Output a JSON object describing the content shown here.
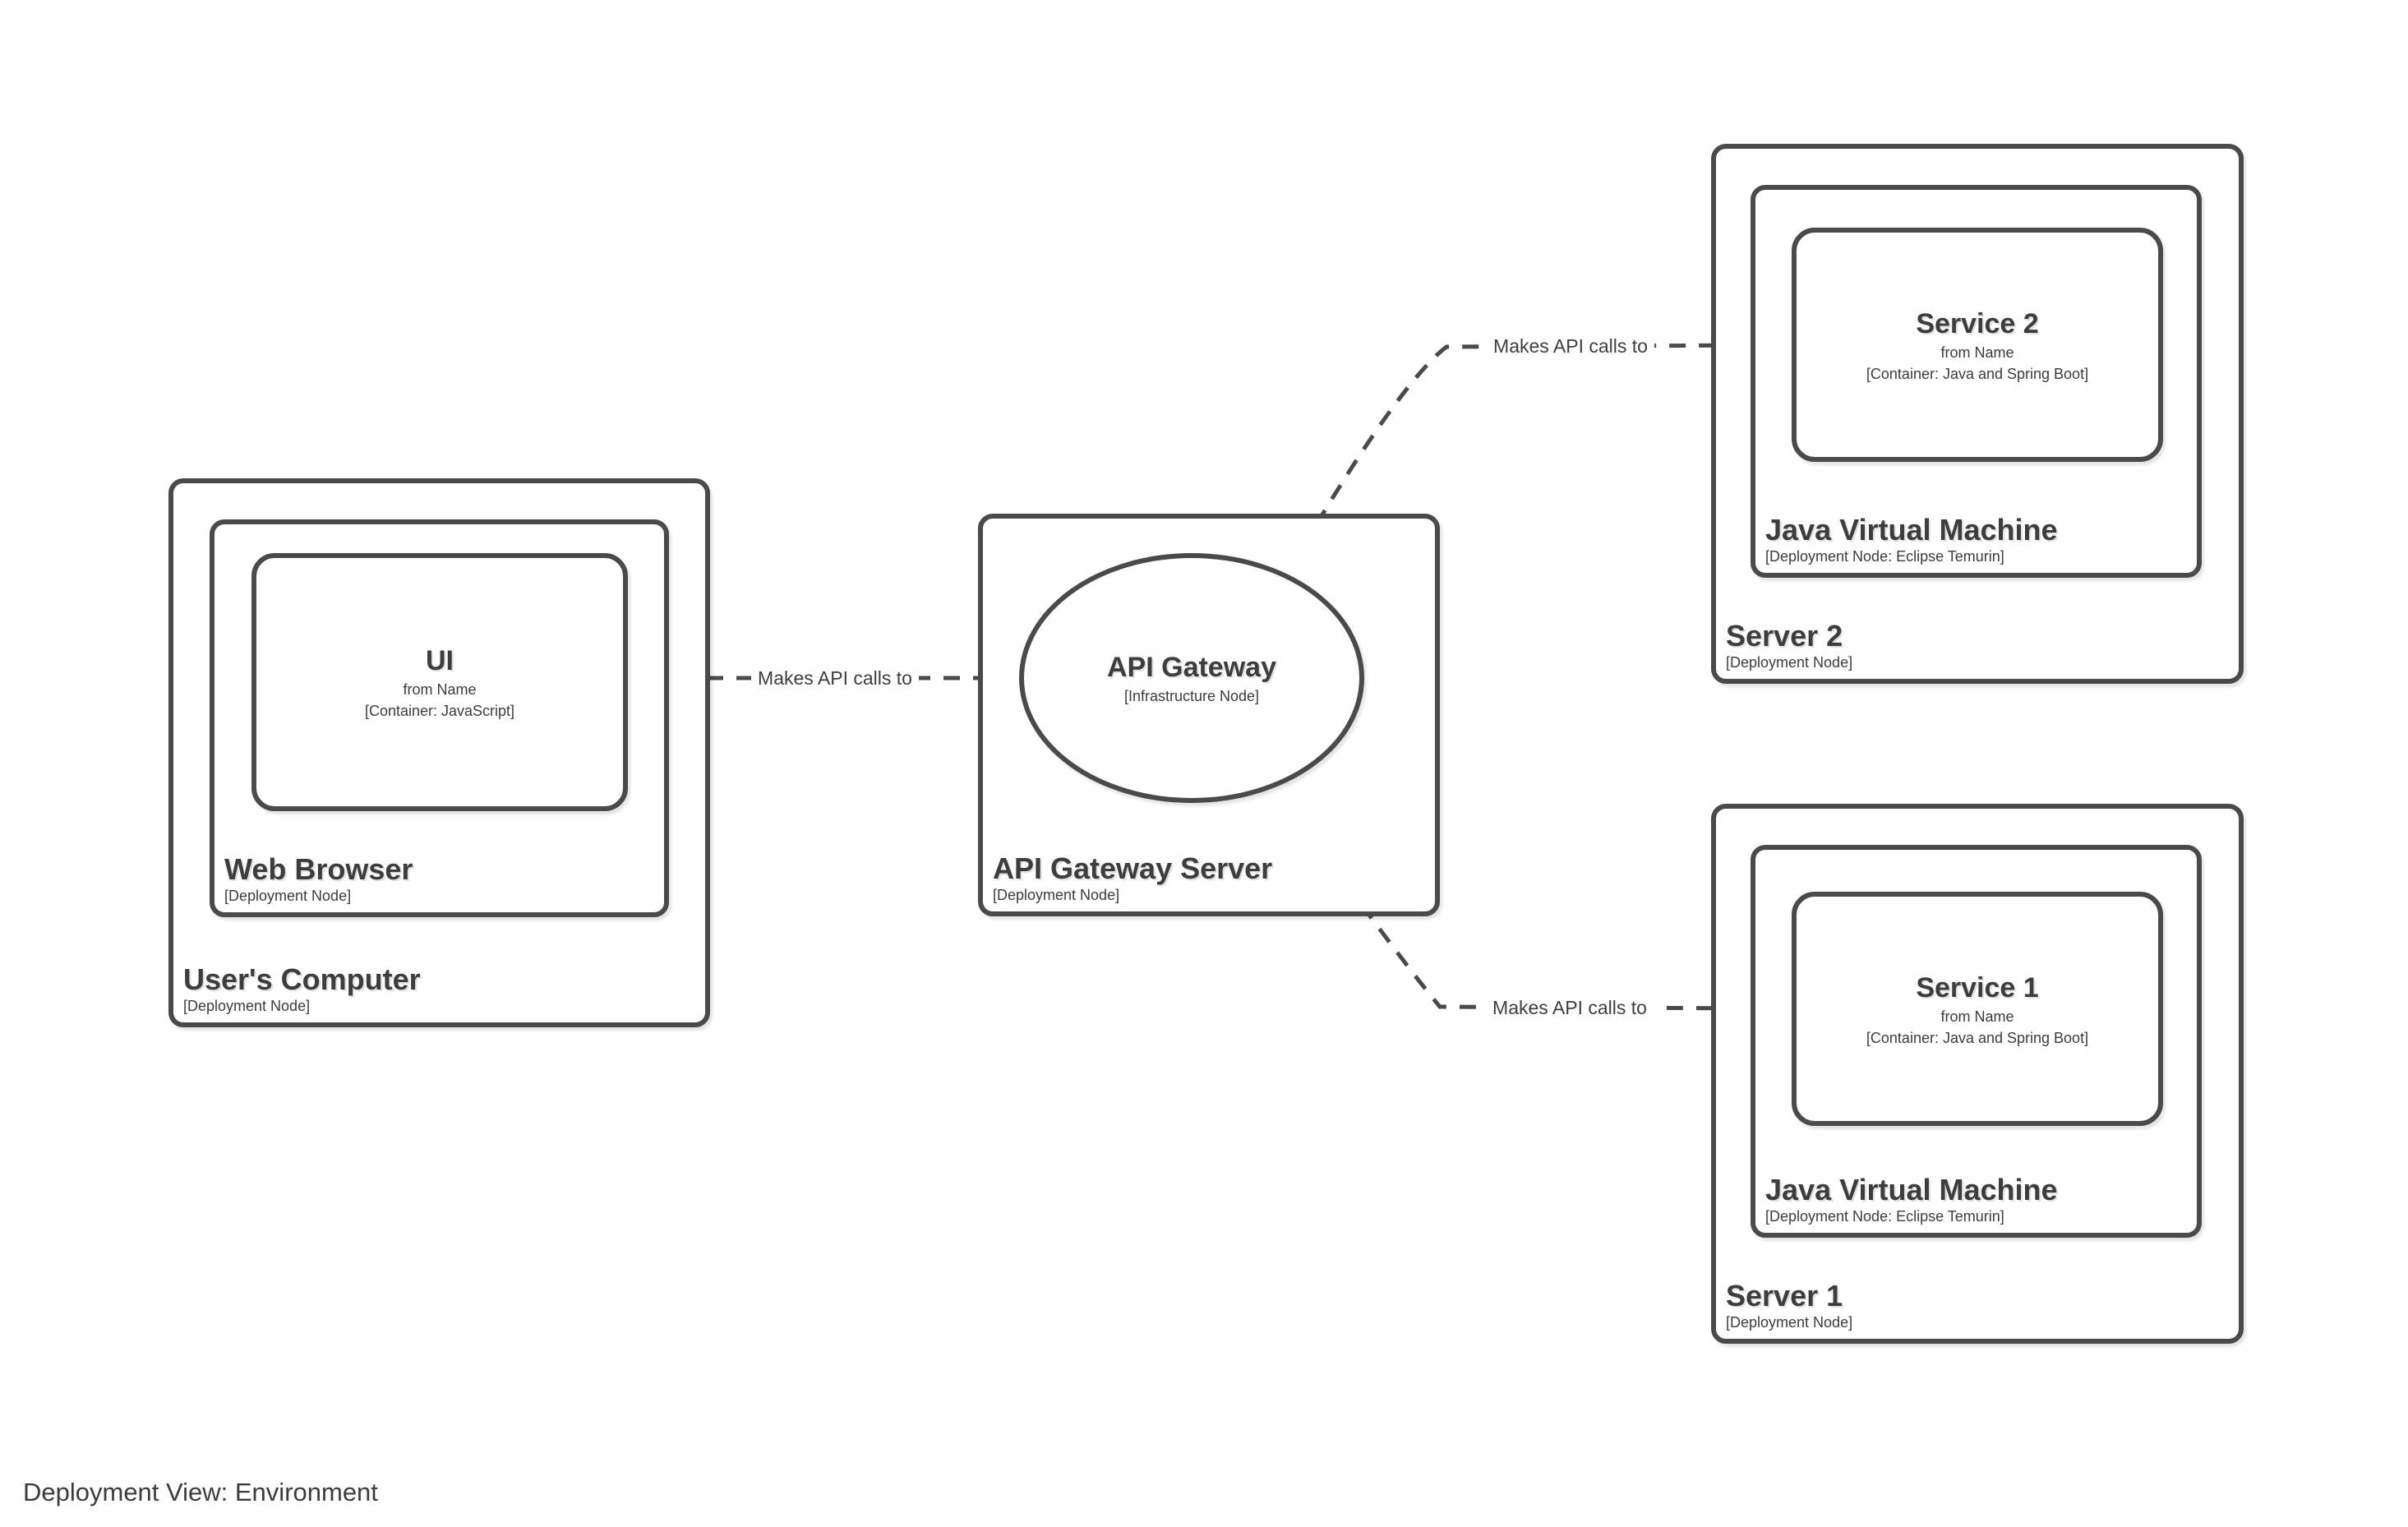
{
  "caption": "Deployment View: Environment",
  "colors": {
    "stroke": "#4a4a4a",
    "text": "#3d3d3d",
    "background": "#fefefe"
  },
  "nodes": {
    "users_computer": {
      "name": "User's Computer",
      "meta": "[Deployment Node]"
    },
    "web_browser": {
      "name": "Web Browser",
      "meta": "[Deployment Node]"
    },
    "ui": {
      "name": "UI",
      "from": "from Name",
      "meta": "[Container: JavaScript]"
    },
    "api_gateway_server": {
      "name": "API Gateway Server",
      "meta": "[Deployment Node]"
    },
    "api_gateway": {
      "name": "API Gateway",
      "meta": "[Infrastructure Node]"
    },
    "server_2": {
      "name": "Server 2",
      "meta": "[Deployment Node]"
    },
    "jvm_2": {
      "name": "Java Virtual Machine",
      "meta": "[Deployment Node: Eclipse Temurin]"
    },
    "service_2": {
      "name": "Service 2",
      "from": "from Name",
      "meta": "[Container: Java and Spring Boot]"
    },
    "server_1": {
      "name": "Server 1",
      "meta": "[Deployment Node]"
    },
    "jvm_1": {
      "name": "Java Virtual Machine",
      "meta": "[Deployment Node: Eclipse Temurin]"
    },
    "service_1": {
      "name": "Service 1",
      "from": "from Name",
      "meta": "[Container: Java and Spring Boot]"
    }
  },
  "edges": [
    {
      "from": "UI",
      "to": "API Gateway",
      "label": "Makes API calls to"
    },
    {
      "from": "API Gateway",
      "to": "Service 2",
      "label": "Makes API calls to"
    },
    {
      "from": "API Gateway",
      "to": "Service 1",
      "label": "Makes API calls to"
    }
  ]
}
